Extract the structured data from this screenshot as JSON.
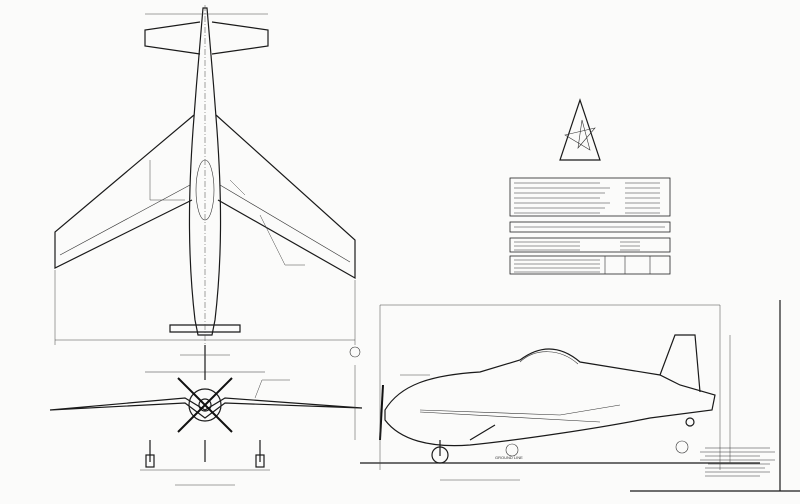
{
  "drawing": {
    "views": [
      "top-view",
      "front-view",
      "side-view"
    ],
    "labels": {
      "ground_line": "GROUND LINE"
    },
    "line_color": "#1a1a1a",
    "paper_color": "#fbfbfa"
  }
}
